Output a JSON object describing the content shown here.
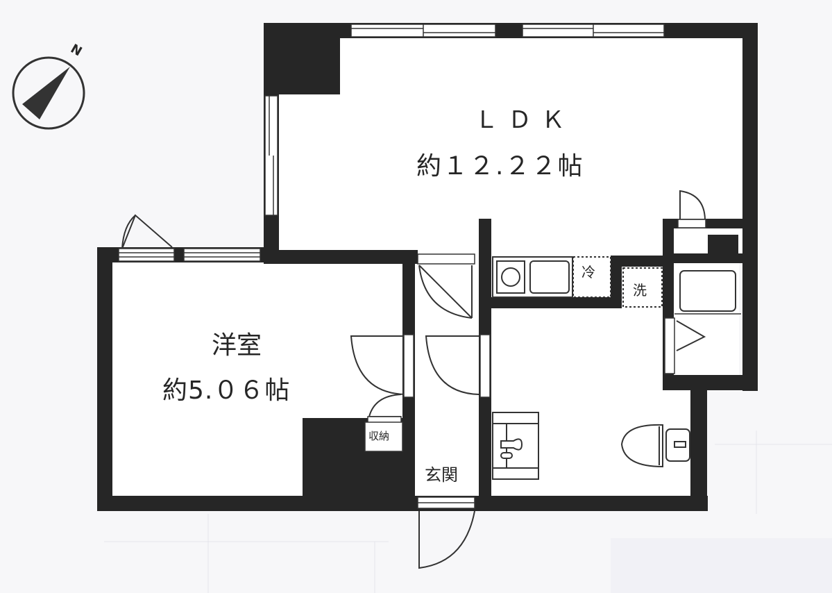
{
  "floor_plan": {
    "rooms": [
      {
        "id": "ldk",
        "name": "ＬＤＫ",
        "area": "約１２.２２帖"
      },
      {
        "id": "western_room",
        "name": "洋室",
        "area": "約5.０６帖"
      },
      {
        "id": "entrance",
        "name": "玄関"
      },
      {
        "id": "storage",
        "name": "収納"
      }
    ],
    "fixtures": {
      "fridge": "冷",
      "washer": "洗"
    },
    "compass": {
      "label": "N",
      "icon": "north-arrow-icon"
    },
    "colors": {
      "wall": "#262626",
      "background": "#f7f7f9",
      "floor": "#ffffff",
      "line": "#333333"
    }
  }
}
